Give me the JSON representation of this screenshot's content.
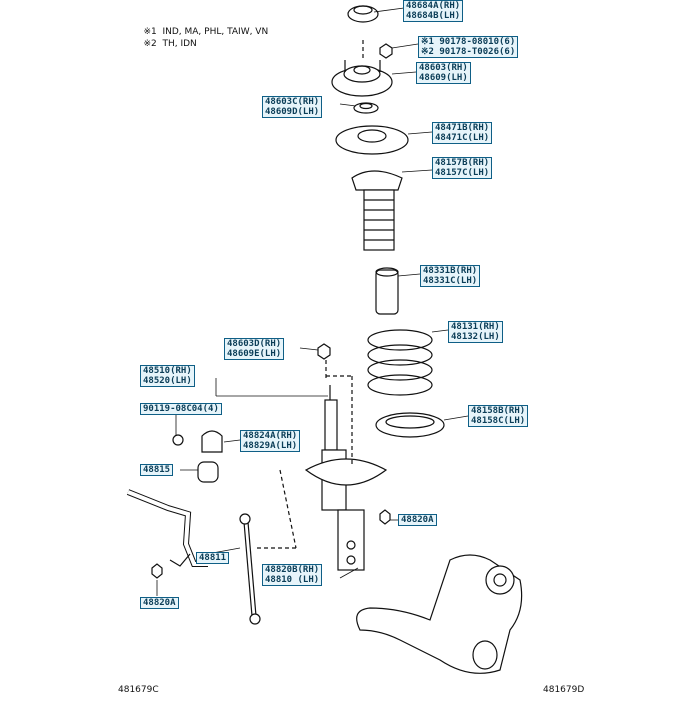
{
  "notes": [
    {
      "mark": "※1",
      "text": "IND, MA, PHL, TAIW, VN"
    },
    {
      "mark": "※2",
      "text": "TH, IDN"
    }
  ],
  "callouts": {
    "c48684": [
      "48684A(RH)",
      "48684B(LH)"
    ],
    "c90178": [
      "※1 90178-08010(6)",
      "※2 90178-T0026(6)"
    ],
    "c48603": [
      "48603(RH)",
      "48609(LH)"
    ],
    "c48603c": [
      "48603C(RH)",
      "48609D(LH)"
    ],
    "c48471": [
      "48471B(RH)",
      "48471C(LH)"
    ],
    "c48157": [
      "48157B(RH)",
      "48157C(LH)"
    ],
    "c48331": [
      "48331B(RH)",
      "48331C(LH)"
    ],
    "c48131": [
      "48131(RH)",
      "48132(LH)"
    ],
    "c48603d": [
      "48603D(RH)",
      "48609E(LH)"
    ],
    "c48510": [
      "48510(RH)",
      "48520(LH)"
    ],
    "c90119": [
      "90119-08C04(4)"
    ],
    "c48158": [
      "48158B(RH)",
      "48158C(LH)"
    ],
    "c48824": [
      "48824A(RH)",
      "48829A(LH)"
    ],
    "c48815": [
      "48815"
    ],
    "c48820a_r": [
      "48820A"
    ],
    "c48811": [
      "48811"
    ],
    "c48820b": [
      "48820B(RH)",
      "48810 (LH)"
    ],
    "c48820a_l": [
      "48820A"
    ]
  },
  "corners": {
    "left": "481679C",
    "right": "481679D"
  }
}
